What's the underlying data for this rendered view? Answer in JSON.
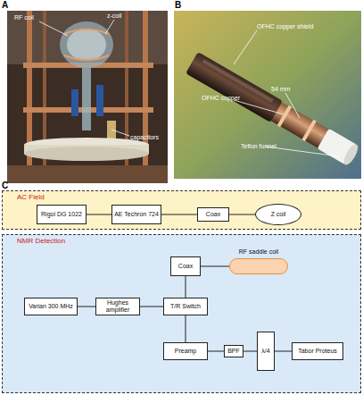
{
  "diagram": {
    "nodes": [
      {
        "text": [
          "AC Field"
        ]
      },
      {
        "text": [
          "Rigol DG 1022"
        ],
        "in": 0
      },
      {
        "text": [
          "AE Techron 724"
        ],
        "in": 0
      },
      {
        "text": [
          "Coax"
        ],
        "in": 0
      },
      {
        "text": [
          "Z coil"
        ],
        "in": 0
      },
      {
        "text": [
          "NMR Detection"
        ]
      },
      {
        "text": [
          "Coax"
        ],
        "in": 5
      },
      {
        "text": [
          "RF saddle coil"
        ],
        "in": 5
      },
      {
        "text": [
          "Varian 300 MHz"
        ],
        "in": 5
      },
      {
        "text": [
          "Hughes amplifier"
        ],
        "in": 5
      },
      {
        "text": [
          "T/R Switch"
        ],
        "in": 5
      },
      {
        "text": [
          "Preamp"
        ],
        "in": 5
      },
      {
        "text": [
          "BPF"
        ],
        "in": 5
      },
      {
        "text": [
          "λ/4"
        ],
        "in": 5
      },
      {
        "text": [
          "Tabor Proteus"
        ],
        "in": 5
      }
    ],
    "edges": [
      {
        "from": 1,
        "to": 2,
        "arrow": "none"
      },
      {
        "from": 2,
        "to": 3,
        "arrow": "none"
      },
      {
        "from": 3,
        "to": 4,
        "arrow": "none"
      },
      {
        "from": 6,
        "to": 7,
        "arrow": "none"
      },
      {
        "from": 8,
        "to": 9,
        "arrow": "none"
      },
      {
        "from": 9,
        "to": 10,
        "arrow": "none"
      },
      {
        "from": 10,
        "to": 6,
        "arrow": "none"
      },
      {
        "from": 10,
        "to": 11,
        "arrow": "none"
      },
      {
        "from": 11,
        "to": 12,
        "arrow": "none"
      },
      {
        "from": 12,
        "to": 13,
        "arrow": "none"
      },
      {
        "from": 13,
        "to": 14,
        "arrow": "none"
      }
    ],
    "labels": [
      "A",
      "B",
      "C",
      "RF coil",
      "z-coil",
      "capacitors",
      "OFHC copper shield",
      "OFHC copper",
      "54 mm",
      "Teflon funnel"
    ]
  }
}
